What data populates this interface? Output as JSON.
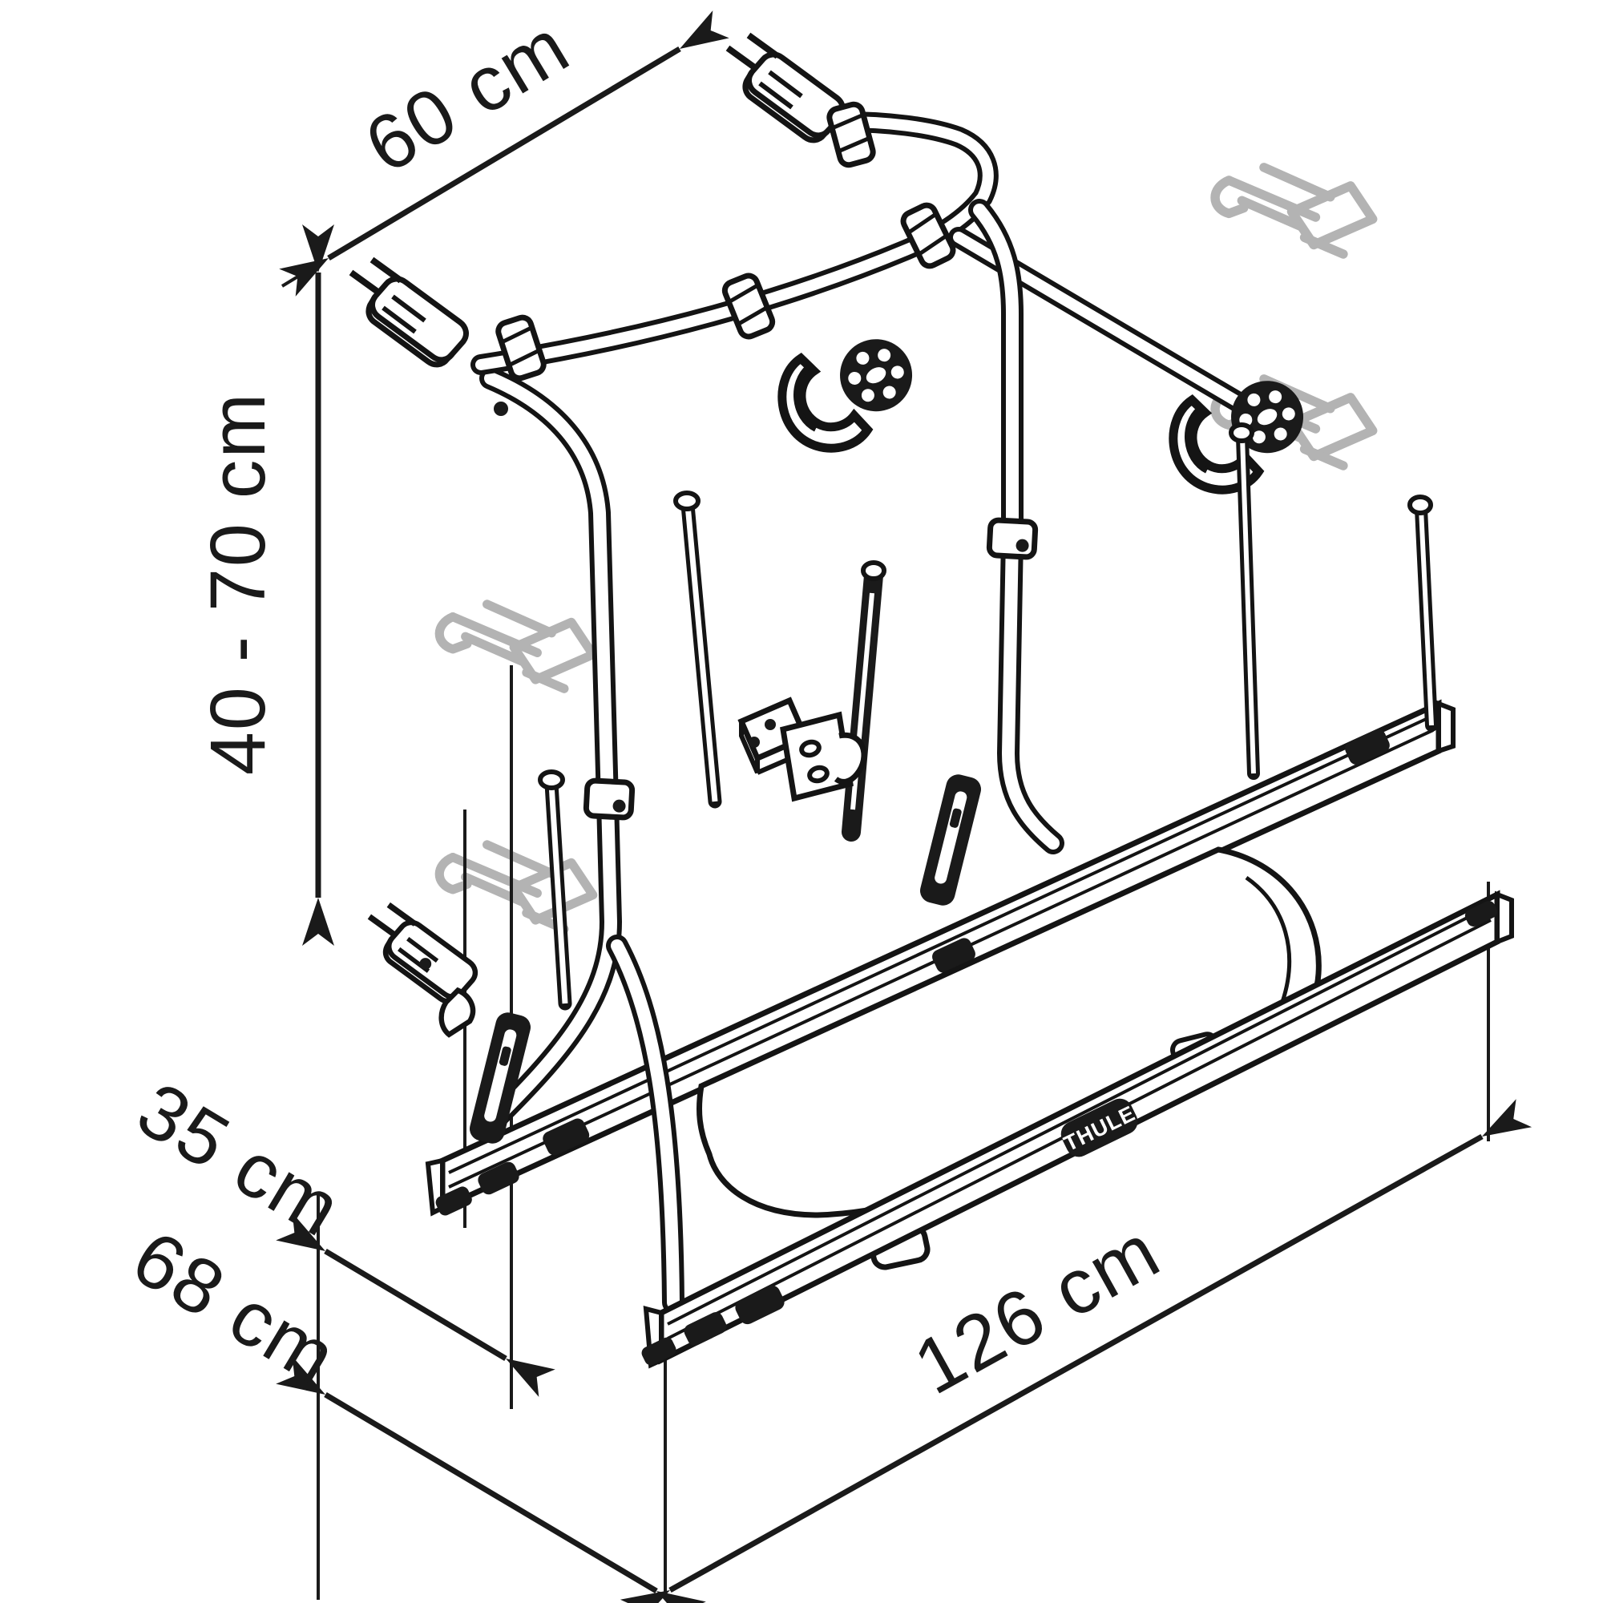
{
  "figure": {
    "type": "technical-dimension-diagram",
    "subject": "Rear-mounted bike carrier rack, isometric line drawing",
    "background_color": "#ffffff",
    "line_color": "#1a1a1a",
    "ghost_color": "#b3b3b3",
    "brand_badge": "THULE",
    "dimensions": {
      "top_width": "60 cm",
      "mount_height_range": "40 - 70 cm",
      "rail_offset_inner": "35 cm",
      "rail_offset_outer": "68 cm",
      "rail_length": "126 cm"
    }
  }
}
